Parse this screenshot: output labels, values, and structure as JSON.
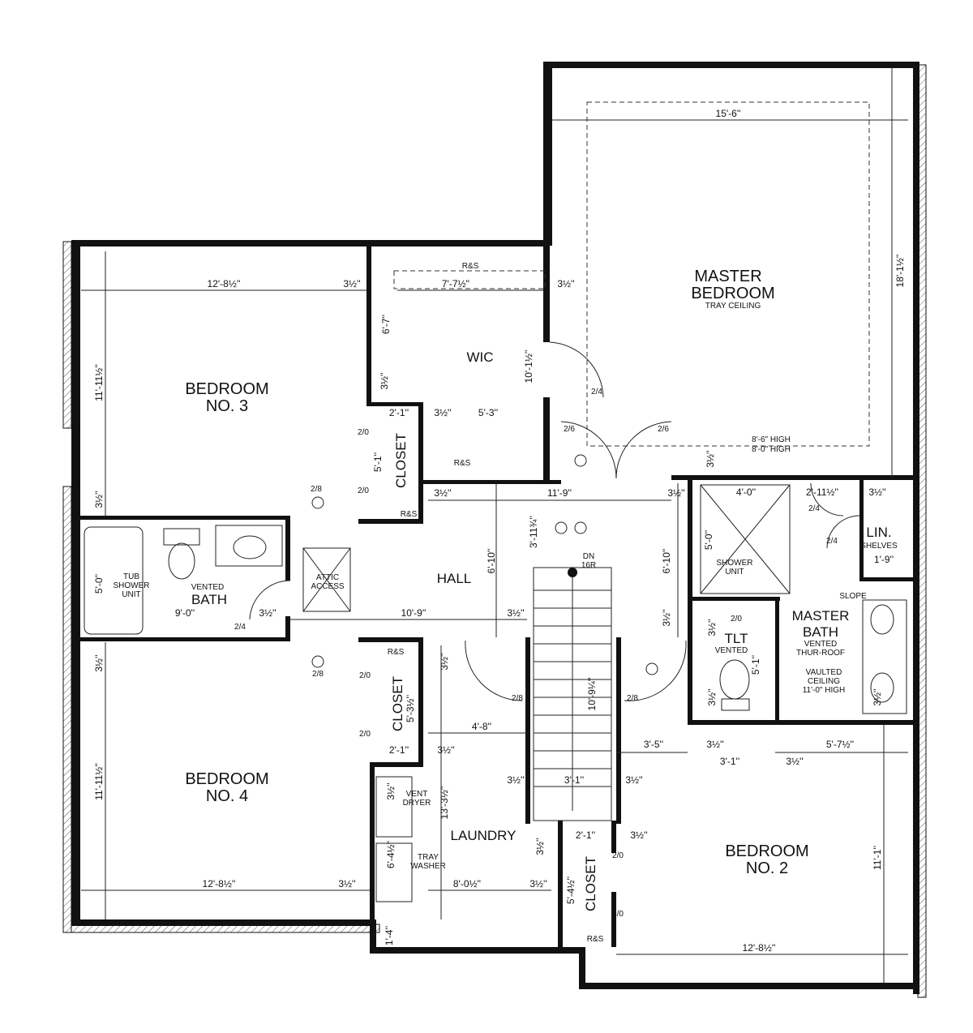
{
  "rooms": {
    "master_bedroom": {
      "line1": "MASTER",
      "line2": "BEDROOM",
      "note": "TRAY CEILING"
    },
    "bedroom3": {
      "line1": "BEDROOM",
      "line2": "NO. 3"
    },
    "bedroom4": {
      "line1": "BEDROOM",
      "line2": "NO. 4"
    },
    "bedroom2": {
      "line1": "BEDROOM",
      "line2": "NO. 2"
    },
    "wic": "WIC",
    "hall": "HALL",
    "laundry": "LAUNDRY",
    "bath": {
      "label": "BATH",
      "note": "VENTED",
      "tub1": "TUB",
      "tub2": "SHOWER",
      "tub3": "UNIT"
    },
    "master_bath": {
      "line1": "MASTER",
      "line2": "BATH",
      "note1": "VENTED",
      "note2": "THUR-ROOF",
      "note3": "VAULTED",
      "note4": "CEILING",
      "note5": "11'-0\" HIGH"
    },
    "tlt": {
      "label": "TLT",
      "note": "VENTED"
    },
    "shower": {
      "line1": "SHOWER",
      "line2": "UNIT"
    },
    "lin": {
      "label": "LIN.",
      "note": "SHELVES"
    },
    "closet": "CLOSET",
    "attic": {
      "line1": "ATTIC",
      "line2": "ACCESS"
    },
    "stairs": {
      "line1": "DN",
      "line2": "16R"
    },
    "dryer": {
      "line1": "VENT",
      "line2": "DRYER"
    },
    "washer": {
      "line1": "TRAY",
      "line2": "WASHER"
    },
    "slope": "SLOPE",
    "heights": {
      "h1": "8'-6\" HIGH",
      "h2": "8'-0\" HIGH"
    },
    "rs": "R&S"
  },
  "dimensions": {
    "master_w": "15'-6''",
    "master_h": "18'-1½''",
    "bed3_w": "12'-8½''",
    "bed3_h": "11'-11½''",
    "bed4_w": "12'-8½''",
    "bed4_h": "11'-11½''",
    "bed2_w": "12'-8½''",
    "bed2_h": "11'-1''",
    "wic_w": "7'-7½''",
    "wic_h": "10'-1½''",
    "wic_a": "6'-7''",
    "wic_b": "5'-3''",
    "closet1_a": "2'-1''",
    "closet1_b": "5'-1''",
    "hall_w": "11'-9''",
    "hall_a": "3'-11¾''",
    "hall_b": "6'-10''",
    "hall_c": "6'-10''",
    "bath_w": "9'-0''",
    "bath_tub": "5'-0''",
    "hall_d": "10'-9''",
    "closet2_a": "5'-3½''",
    "closet2_b": "2'-1''",
    "laundry_a": "4'-8''",
    "laundry_b": "13'-3½''",
    "laundry_c": "8'-0½''",
    "laundry_d": "6'-4½''",
    "laundry_e": "1'-4''",
    "stair_w": "3'-1''",
    "stair_l": "10'-9¼''",
    "closet3_a": "2'-1''",
    "closet3_b": "5'-4½''",
    "shower_w": "4'-0''",
    "shower_h": "5'-0''",
    "mb_a": "2'-11½''",
    "lin_w": "1'-9''",
    "tlt_h": "5'-1''",
    "tlt_w": "3'-1''",
    "b2_a": "3'-5''",
    "b2_b": "5'-7½''",
    "half": "3½''",
    "door_20": "2/0",
    "door_24": "2/4",
    "door_26": "2/6",
    "door_28": "2/8"
  }
}
